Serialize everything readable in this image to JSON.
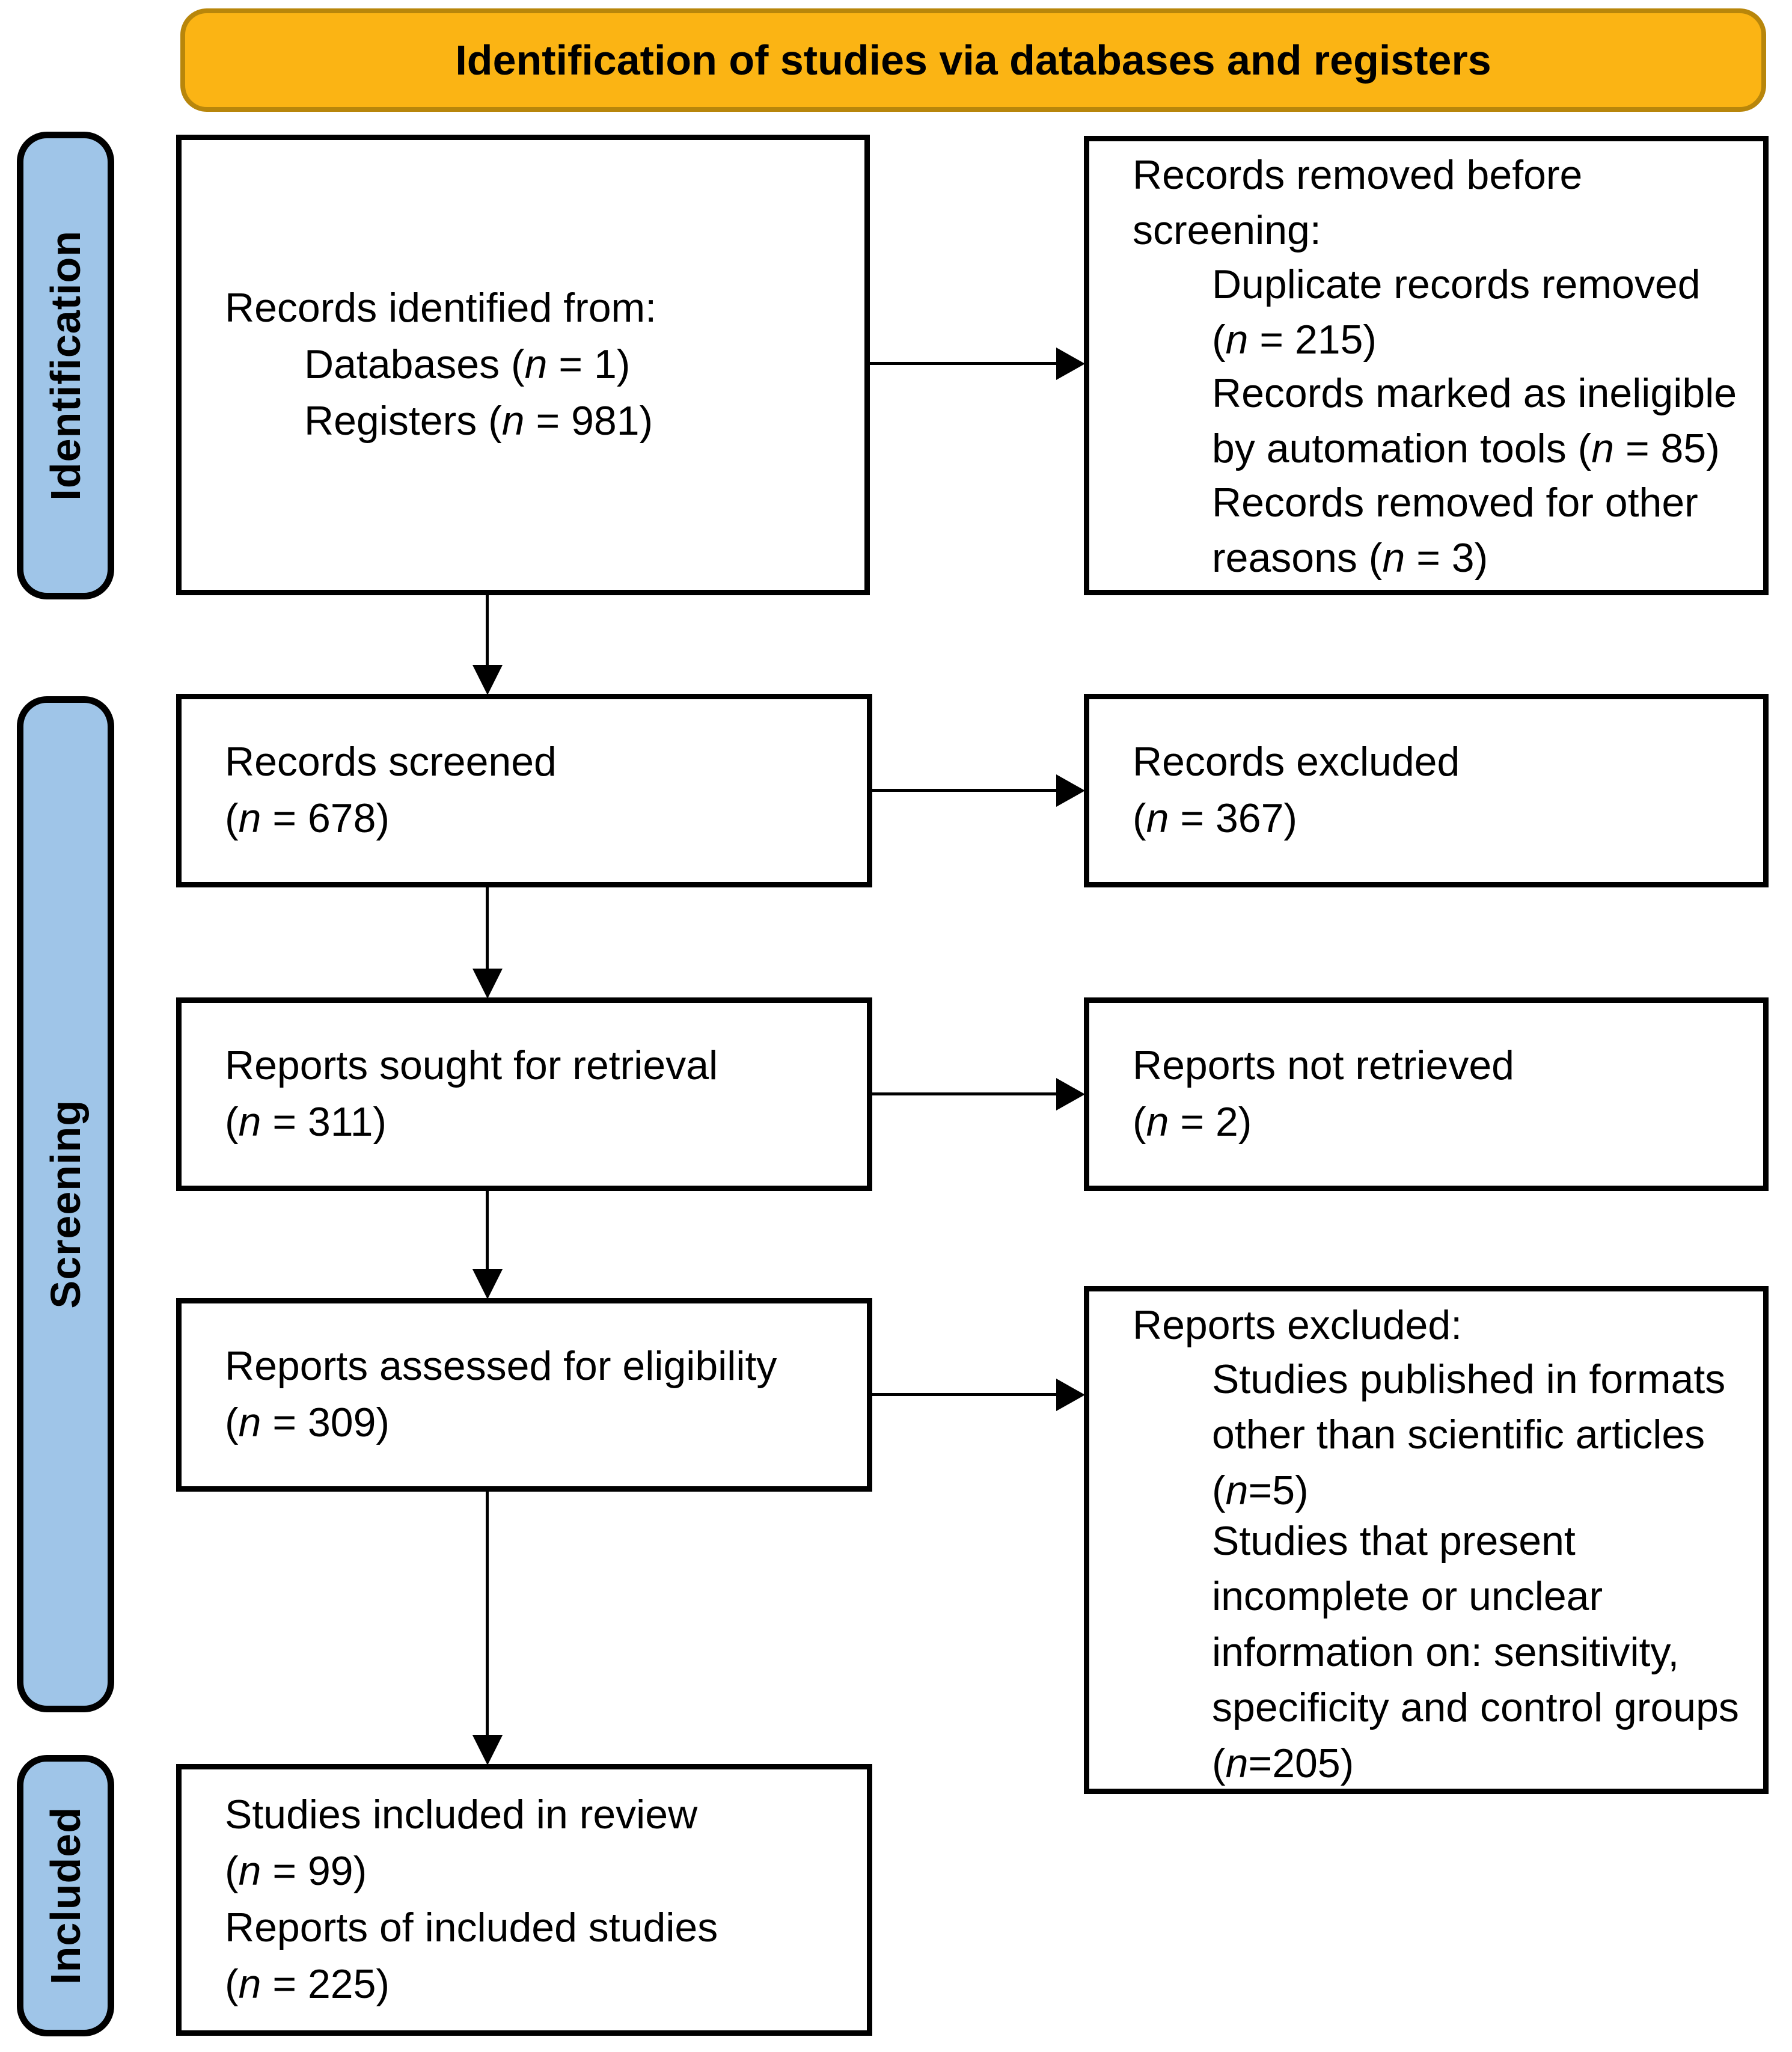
{
  "header": {
    "title": "Identification of studies via databases and registers"
  },
  "colors": {
    "header-fill": "#FBB414",
    "header-border": "#B8860B",
    "stage-fill": "#9FC5E8",
    "stage-border": "#000000",
    "box-border": "#000000",
    "arrow": "#000000",
    "text": "#000000",
    "bg": "#FFFFFF"
  },
  "stages": [
    {
      "label": "Identification"
    },
    {
      "label": "Screening"
    },
    {
      "label": "Included"
    }
  ],
  "boxes": {
    "identified": {
      "lines": [
        "Records identified from:",
        "Databases (n = 1)",
        "Registers (n = 981)"
      ]
    },
    "removed": {
      "lines": [
        "Records removed before screening:",
        "Duplicate records removed (n = 215)",
        "Records marked as ineligible by automation tools (n = 85)",
        "Records removed for other reasons (n = 3)"
      ]
    },
    "screened": {
      "lines": [
        "Records screened",
        "(n = 678)"
      ]
    },
    "excluded": {
      "lines": [
        "Records excluded",
        "(n = 367)"
      ]
    },
    "sought": {
      "lines": [
        "Reports sought for retrieval",
        "(n = 311)"
      ]
    },
    "not_retrieved": {
      "lines": [
        "Reports not retrieved",
        "(n = 2)"
      ]
    },
    "assessed": {
      "lines": [
        "Reports assessed for eligibility",
        "(n = 309)"
      ]
    },
    "reports_excluded": {
      "lines": [
        "Reports excluded:",
        "Studies published in formats other than scientific articles (n=5)",
        "Studies that present incomplete or unclear information on: sensitivity, specificity and control groups (n=205)"
      ]
    },
    "included_review": {
      "lines": [
        "Studies included in review",
        "(n = 99)",
        "Reports of included studies",
        "(n = 225)"
      ]
    }
  }
}
